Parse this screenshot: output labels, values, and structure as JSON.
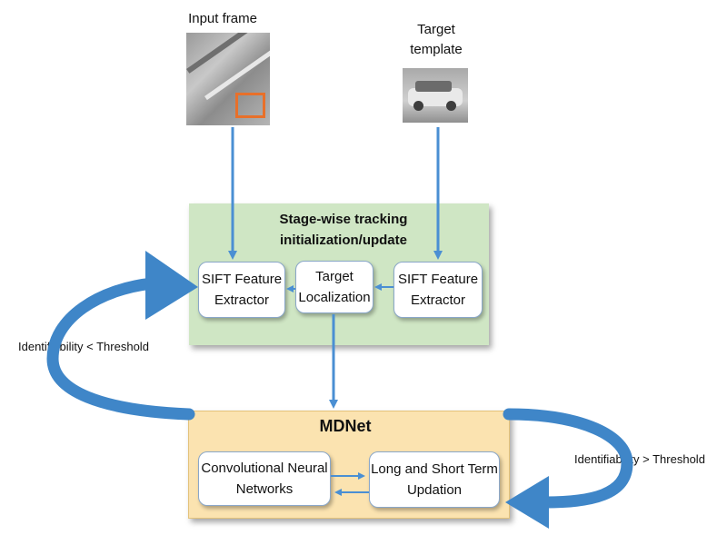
{
  "input_frame": {
    "label": "Input frame",
    "icon": "aerial-video-frame"
  },
  "target_template": {
    "label": "Target\ntemplate",
    "icon": "car-template"
  },
  "stage": {
    "title": "Stage-wise tracking\ninitialization/update",
    "left_extractor": "SIFT Feature\nExtractor",
    "localization": "Target\nLocalization",
    "right_extractor": "SIFT Feature\nExtractor"
  },
  "mdnet": {
    "title": "MDNet",
    "cnn": "Convolutional Neural\nNetworks",
    "updation": "Long and Short Term\nUpdation"
  },
  "loop_left_label": "Identifiability < Threshold",
  "loop_right_label": "Identifiability > Threshold",
  "colors": {
    "arrow": "#4a8fd3",
    "loop_arrow": "#3f86c8",
    "stage_bg": "#cfe6c4",
    "mdnet_bg": "#fbe3b0",
    "bbox": "#e8702a"
  }
}
